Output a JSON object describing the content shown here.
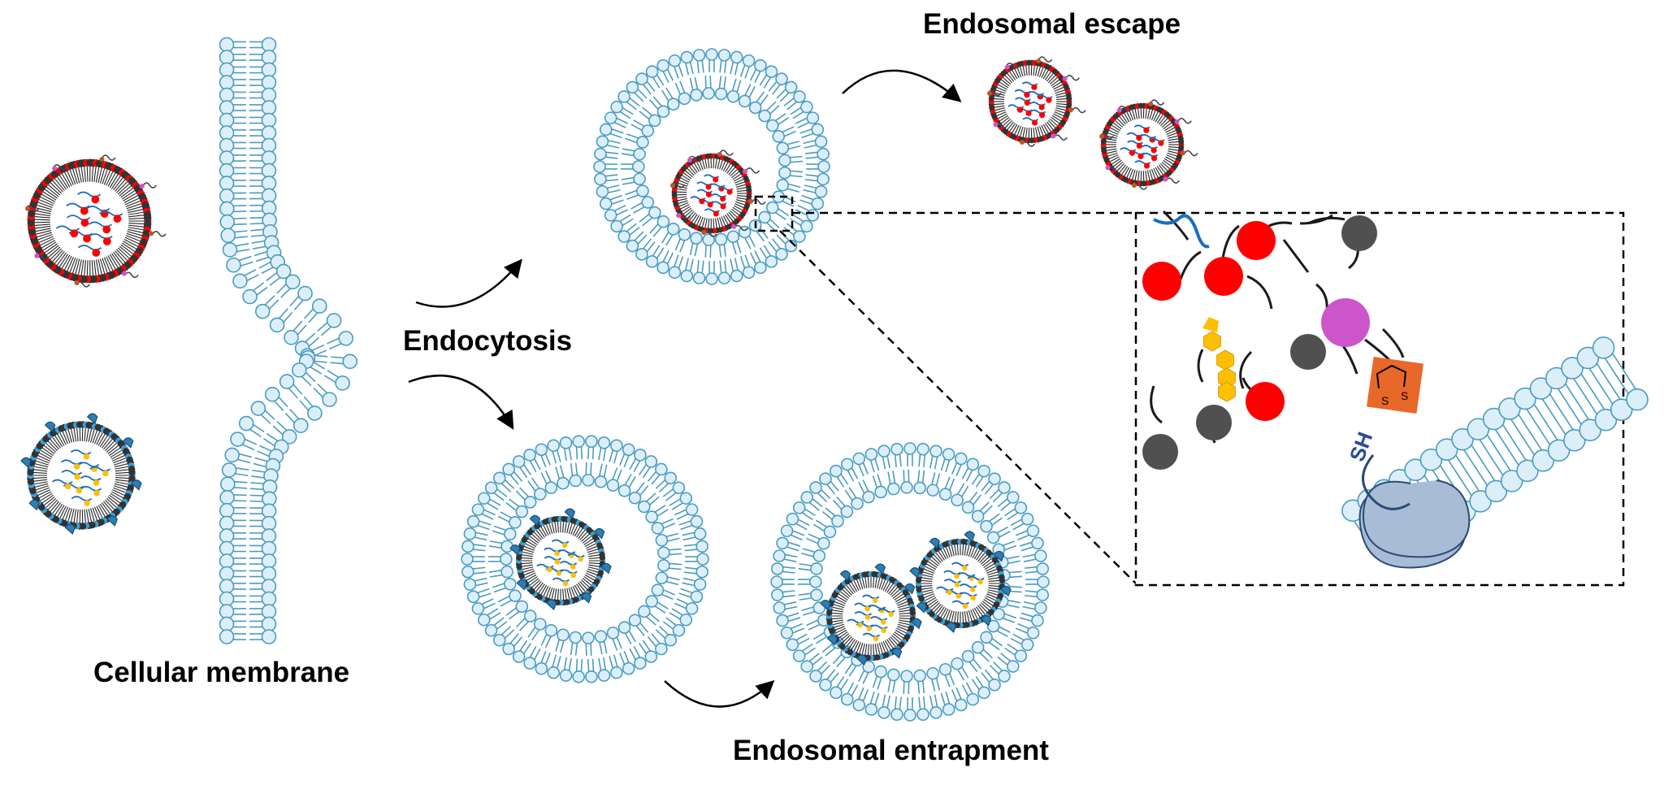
{
  "labels": {
    "cellular_membrane": "Cellular membrane",
    "endocytosis": "Endocytosis",
    "endosomal_escape": "Endosomal escape",
    "endosomal_entrapment": "Endosomal entrapment",
    "thiol_label": "SH",
    "disulfide_s1": "S",
    "disulfide_s2": "S"
  },
  "colors": {
    "lipid_head_fill": "#dceff8",
    "lipid_outline": "#4a9cc2",
    "cationic_headgroup": "#ff0000",
    "neutral_headgroup": "#505050",
    "peg_lipid_head": "#cc55cc",
    "cholesterol": "#ffbf00",
    "disulfide_box": "#e8682a",
    "receptor": "#a8bcd6",
    "mrna_blue": "#1a6ec0",
    "nanoparticle_blue": "#3aa0d8"
  },
  "icons": {
    "arrow": "curved-arrow-icon",
    "nanoparticle_red": "lipid-nanoparticle-red-icon",
    "nanoparticle_blue": "lipid-nanoparticle-blue-icon",
    "endosome": "endosome-vesicle-icon",
    "receptor": "membrane-receptor-icon"
  }
}
